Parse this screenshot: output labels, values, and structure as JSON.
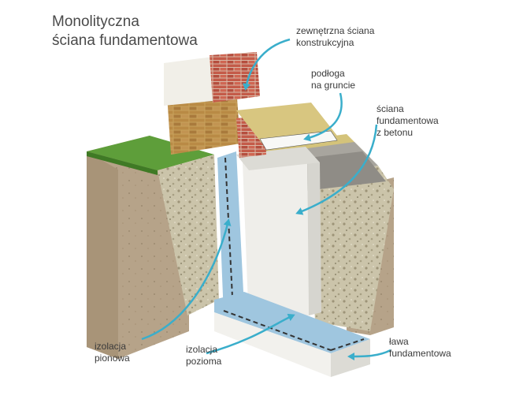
{
  "title": {
    "line1": "Monolityczna",
    "line2": "ściana fundamentowa"
  },
  "labels": {
    "outer_wall": {
      "line1": "zewnętrzna ściana",
      "line2": "konstrukcyjna"
    },
    "ground_floor": {
      "line1": "podłoga",
      "line2": "na gruncie"
    },
    "foundation_wall": {
      "line1": "ściana",
      "line2": "fundamentowa",
      "line3": "z betonu"
    },
    "vertical_insulation": {
      "line1": "izolacja",
      "line2": "pionowa"
    },
    "horizontal_insulation": {
      "line1": "izolacja",
      "line2": "pozioma"
    },
    "footing": {
      "line1": "ława",
      "line2": "fundamentowa"
    }
  },
  "colors": {
    "soil": "#b7a48a",
    "grass": "#5e9e3a",
    "gravel": "#c9c2a8",
    "insulation": "#9fc6df",
    "concrete": "#ecebe6",
    "brick": "#c7614f",
    "arrow": "#3aaecb"
  }
}
